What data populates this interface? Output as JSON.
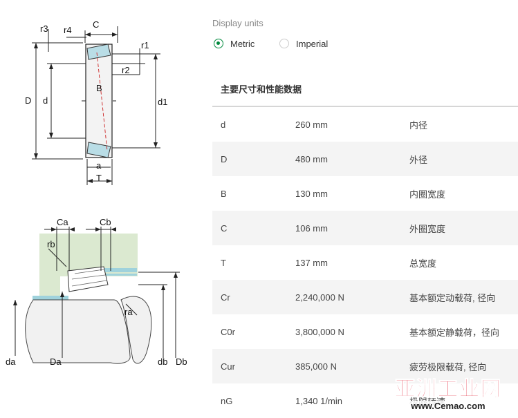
{
  "units": {
    "label": "Display units",
    "metric_label": "Metric",
    "imperial_label": "Imperial",
    "selected": "Metric",
    "accent_color": "#00893d"
  },
  "section_title": "主要尺寸和性能数据",
  "specs": [
    {
      "symbol": "d",
      "value": "260 mm",
      "desc": "内径"
    },
    {
      "symbol": "D",
      "value": "480 mm",
      "desc": "外径"
    },
    {
      "symbol": "B",
      "value": "130 mm",
      "desc": "内圈宽度"
    },
    {
      "symbol": "C",
      "value": "106 mm",
      "desc": "外圈宽度"
    },
    {
      "symbol": "T",
      "value": "137 mm",
      "desc": "总宽度"
    },
    {
      "symbol": "Cr",
      "value": "2,240,000 N",
      "desc": "基本额定动载荷, 径向"
    },
    {
      "symbol": "C0r",
      "value": "3,800,000 N",
      "desc": "基本额定静载荷，径向"
    },
    {
      "symbol": "Cur",
      "value": "385,000 N",
      "desc": "疲劳极限载荷, 径向"
    },
    {
      "symbol": "nG",
      "value": "1,340 1/min",
      "desc": "极限转速"
    }
  ],
  "diagram_top_labels": {
    "r3": "r3",
    "r4": "r4",
    "C": "C",
    "r1": "r1",
    "r2": "r2",
    "D": "D",
    "d": "d",
    "d1": "d1",
    "B": "B",
    "a": "a",
    "T": "T"
  },
  "diagram_bottom_labels": {
    "Ca": "Ca",
    "Cb": "Cb",
    "rb": "rb",
    "ra": "ra",
    "da": "da",
    "Da": "Da",
    "db": "db",
    "Db": "Db"
  },
  "watermark": {
    "main": "亚洲工业网",
    "url": "www.Cemao.com"
  }
}
